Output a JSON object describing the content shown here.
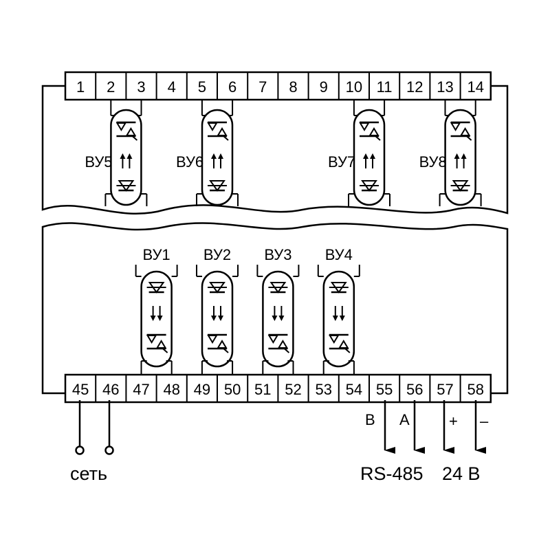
{
  "top_terminals": [
    "1",
    "2",
    "3",
    "4",
    "5",
    "6",
    "7",
    "8",
    "9",
    "10",
    "11",
    "12",
    "13",
    "14"
  ],
  "bottom_terminals": [
    "45",
    "46",
    "47",
    "48",
    "49",
    "50",
    "51",
    "52",
    "53",
    "54",
    "55",
    "56",
    "57",
    "58"
  ],
  "top_outputs": [
    {
      "label": "ВУ5",
      "pins": [
        2,
        3
      ]
    },
    {
      "label": "ВУ6",
      "pins": [
        5,
        6
      ]
    },
    {
      "label": "ВУ7",
      "pins": [
        10,
        11
      ]
    },
    {
      "label": "ВУ8",
      "pins": [
        13,
        14
      ]
    }
  ],
  "bottom_outputs": [
    {
      "label": "ВУ1",
      "pins": [
        47,
        48
      ]
    },
    {
      "label": "ВУ2",
      "pins": [
        49,
        50
      ]
    },
    {
      "label": "ВУ3",
      "pins": [
        51,
        52
      ]
    },
    {
      "label": "ВУ4",
      "pins": [
        53,
        54
      ]
    }
  ],
  "rs485": {
    "label_b": "B",
    "label_a": "A",
    "caption": "RS-485"
  },
  "power24": {
    "label_plus": "+",
    "label_minus": "–",
    "caption": "24 В"
  },
  "mains": {
    "caption": "сеть"
  }
}
